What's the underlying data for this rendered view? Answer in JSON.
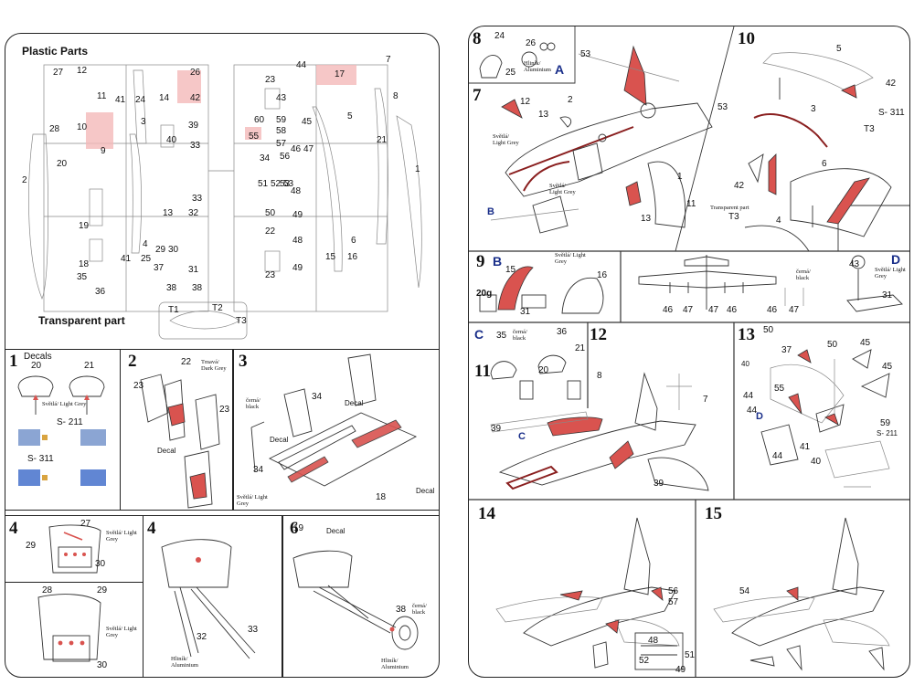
{
  "left": {
    "title": "Plastic Parts",
    "transparent_title": "Transparent part",
    "sprue_a_numbers": [
      "27",
      "12",
      "26",
      "42",
      "11",
      "41",
      "24",
      "14",
      "28",
      "10",
      "3",
      "39",
      "40",
      "33",
      "9",
      "20",
      "2",
      "33",
      "19",
      "13",
      "32",
      "4",
      "29",
      "30",
      "18",
      "41",
      "25",
      "37",
      "31",
      "35",
      "36",
      "38",
      "38"
    ],
    "sprue_b_numbers": [
      "44",
      "17",
      "7",
      "23",
      "43",
      "8",
      "60",
      "59",
      "55",
      "58",
      "45",
      "5",
      "57",
      "46",
      "47",
      "34",
      "56",
      "21",
      "53",
      "51",
      "52",
      "53",
      "48",
      "50",
      "49",
      "1",
      "22",
      "6",
      "48",
      "15",
      "16",
      "23",
      "49"
    ],
    "transparent_numbers": [
      "T1",
      "T2",
      "T3"
    ],
    "step1": {
      "num": "1",
      "decals": "Decals",
      "n20": "20",
      "n21": "21",
      "color": "Světlá/ Light Grey",
      "s211": "S- 211",
      "s311": "S- 311"
    },
    "step2": {
      "num": "2",
      "n22": "22",
      "n23a": "23",
      "n23b": "23",
      "color": "Tmavá/ Dark Grey",
      "decal": "Decal"
    },
    "step3": {
      "num": "3",
      "n34a": "34",
      "n34b": "34",
      "black": "černá/ black",
      "decal1": "Decal",
      "decal2": "Decal",
      "decal3": "Decal",
      "decal4": "Decal",
      "grey": "Světlá/ Light Grey",
      "n18": "18",
      "n19": "19"
    },
    "step4a": {
      "num": "4",
      "n27": "27",
      "n29": "29",
      "n30": "30",
      "grey": "Světlá/ Light Grey"
    },
    "step4b": {
      "n28": "28",
      "n29": "29",
      "n30": "30",
      "grey": "Světlá/ Light Grey"
    },
    "step4c": {
      "num": "4",
      "n32": "32",
      "n33": "33",
      "alu": "Hliník/ Aluminium"
    },
    "step6": {
      "num": "6",
      "n38": "38",
      "black": "černá/ black",
      "alu": "Hliník/ Aluminium"
    }
  },
  "right": {
    "step8": {
      "num": "8",
      "n24": "24",
      "n26": "26",
      "n25": "25",
      "alu": "Hliník/ Aluminium",
      "sub": "A"
    },
    "step7": {
      "num": "7",
      "n53a": "53",
      "n12": "12",
      "n13a": "13",
      "n2": "2",
      "n53b": "53",
      "grey": "Světlá/ Light Grey",
      "grey2": "Světlá/ Light Grey",
      "n1": "1",
      "n11": "11",
      "n13b": "13",
      "sub": "B"
    },
    "step10": {
      "num": "10",
      "n5": "5",
      "n42a": "42",
      "n3": "3",
      "s311": "S- 311",
      "transparent": "Transparent part",
      "t3a": "T3",
      "n6": "6",
      "n42b": "42",
      "t3b": "T3",
      "n4": "4"
    },
    "step9": {
      "num": "9",
      "sub": "B",
      "grey": "Světlá/ Light Grey",
      "n15": "15",
      "n16": "16",
      "n20g": "20g",
      "n31": "31"
    },
    "plan": {
      "n46a": "46",
      "n47a": "47",
      "n47b": "47",
      "n46b": "46",
      "n46c": "46",
      "n47c": "47",
      "black": "černá/ black"
    },
    "stepD": {
      "sub": "D",
      "n43": "43",
      "grey": "Světlá/ Light Grey",
      "n31": "31"
    },
    "step11": {
      "num": "11",
      "sub": "C",
      "n35": "35",
      "n36": "36",
      "n21": "21",
      "n20": "20",
      "black": "černá/ black"
    },
    "step12": {
      "num": "12",
      "n8": "8",
      "n7": "7",
      "n39a": "39",
      "n39b": "39",
      "sub": "C"
    },
    "step13": {
      "num": "13",
      "n50a": "50",
      "n37": "37",
      "n50b": "50",
      "n45a": "45",
      "n45b": "45",
      "n40": "40",
      "n55": "55",
      "n44a": "44",
      "n44b": "44",
      "n41": "41",
      "n40b": "40",
      "n59": "59",
      "s211": "S- 211",
      "sub": "D",
      "n44c": "44"
    },
    "step14": {
      "num": "14",
      "n56": "56",
      "n57": "57",
      "n48": "48",
      "n51": "51",
      "n52": "52",
      "n49": "49"
    },
    "step15": {
      "num": "15",
      "n54": "54"
    }
  }
}
